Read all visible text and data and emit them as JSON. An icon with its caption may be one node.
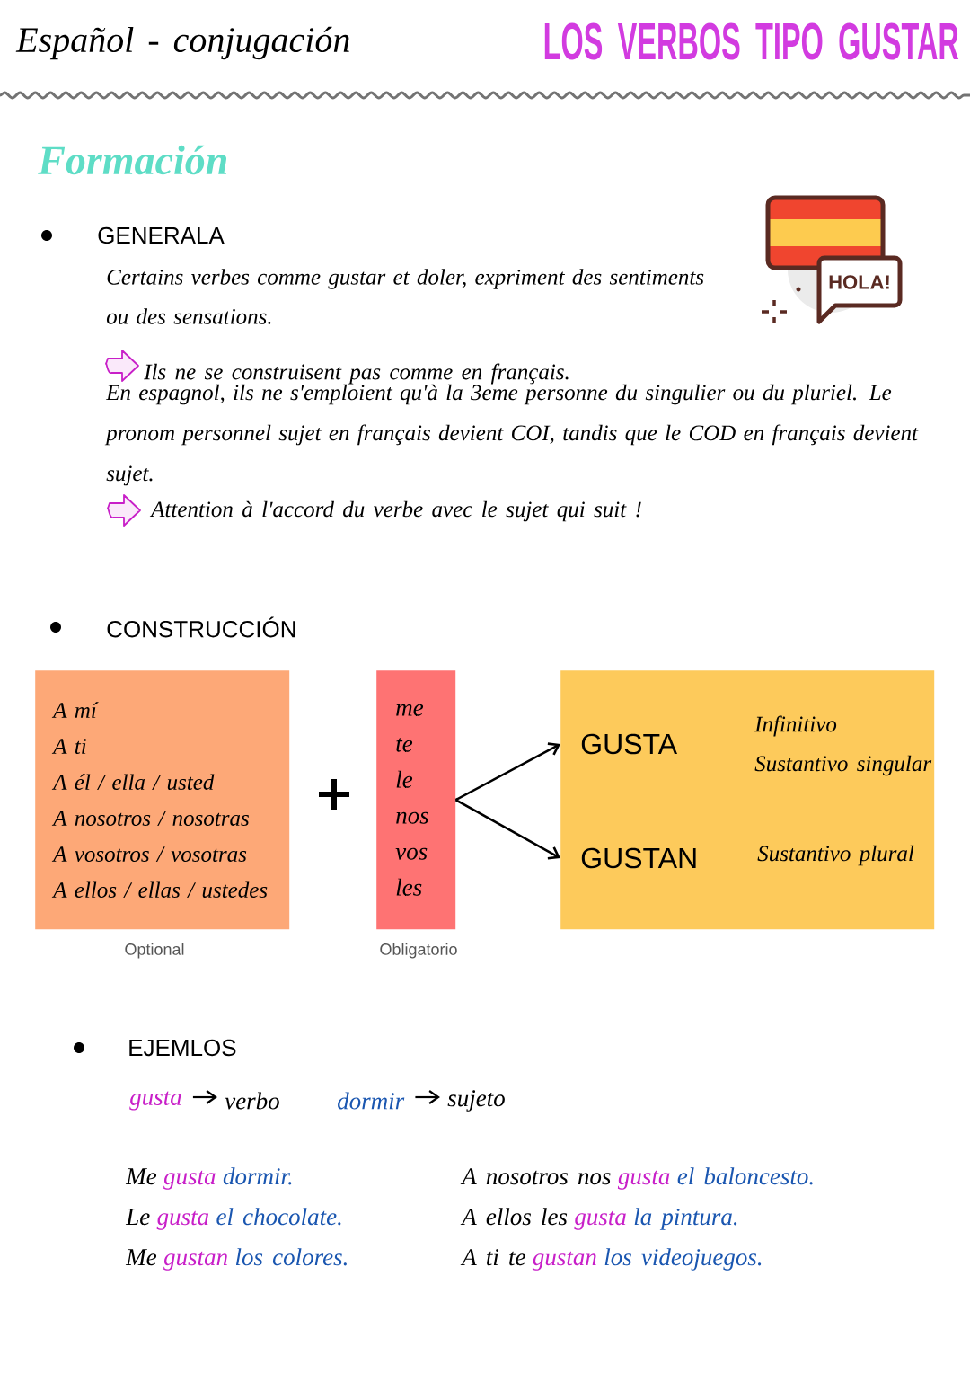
{
  "diagram": {
    "title": "LOS VERBOS TIPO GUSTAR",
    "nodes": [
      {
        "text": [
          "A mí",
          "A ti",
          "A él / ella / usted",
          "A nosotros / nosotras",
          "A vosotros / vosotras",
          "A ellos / ellas / ustedes"
        ],
        "beside": [
          "Optional"
        ]
      },
      {
        "text": [
          "me",
          "te",
          "le",
          "nos",
          "vos",
          "les"
        ],
        "beside": [
          "Obligatorio"
        ]
      },
      {
        "text": [],
        "shape": "box"
      },
      {
        "text": [
          "GUSTA"
        ],
        "in": 2,
        "beside": [
          "Infinitivo",
          "Sustantivo singular"
        ]
      },
      {
        "text": [
          "GUSTAN"
        ],
        "in": 2,
        "beside": [
          "Sustantivo plural"
        ]
      },
      {
        "text": [
          "gusta"
        ]
      },
      {
        "text": [
          "verbo"
        ]
      },
      {
        "text": [
          "dormir"
        ]
      },
      {
        "text": [
          "sujeto"
        ]
      }
    ],
    "edges": [
      {
        "from": 1,
        "to": 3,
        "arrow": "to"
      },
      {
        "from": 1,
        "to": 4,
        "arrow": "to"
      },
      {
        "from": 5,
        "to": 6,
        "arrow": "to"
      },
      {
        "from": 7,
        "to": 8,
        "arrow": "to"
      }
    ],
    "labels": [
      "Español - conjugación",
      "Formación",
      "GENERALA",
      "Certains verbes comme gustar et doler, expriment des sentiments ou des sensations.",
      "HOLA!",
      "Ils ne se construisent pas comme en français.",
      "En espagnol, ils ne s'emploient qu'à la 3eme personne du singulier ou du pluriel. Le pronom personnel sujet en français devient COI, tandis que le COD en français devient sujet.",
      "Attention à l'accord du verbe avec le sujet qui suit !",
      "CONSTRUCCIÓN",
      "EJEMLOS",
      "Me",
      "gusta",
      "dormir.",
      "Le",
      "gusta",
      "el chocolate.",
      "Me",
      "gustan",
      "los colores.",
      "A nosotros nos",
      "gusta",
      "el baloncesto.",
      "A ellos les",
      "gusta",
      "la pintura.",
      "A ti te",
      "gustan",
      "los videojuegos."
    ]
  }
}
